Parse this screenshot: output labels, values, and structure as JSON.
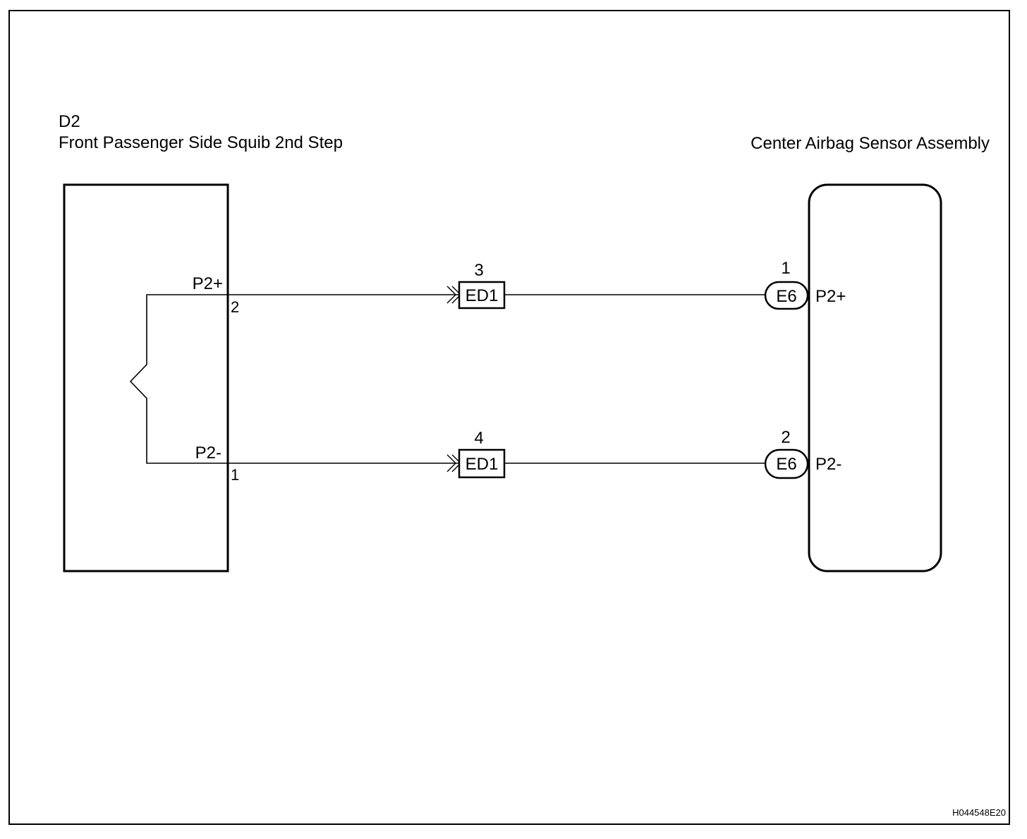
{
  "left_component": {
    "code": "D2",
    "name": "Front Passenger Side Squib 2nd Step",
    "pins": [
      {
        "pin_number": "2",
        "signal": "P2+"
      },
      {
        "pin_number": "1",
        "signal": "P2-"
      }
    ]
  },
  "right_component": {
    "name": "Center Airbag Sensor Assembly",
    "pins": [
      {
        "pin_number": "1",
        "connector": "E6",
        "signal": "P2+"
      },
      {
        "pin_number": "2",
        "connector": "E6",
        "signal": "P2-"
      }
    ]
  },
  "junctions": [
    {
      "connector": "ED1",
      "pin_number": "3"
    },
    {
      "connector": "ED1",
      "pin_number": "4"
    }
  ],
  "figure_id": "H044548E20",
  "colors": {
    "line": "#000000",
    "background": "#ffffff"
  }
}
